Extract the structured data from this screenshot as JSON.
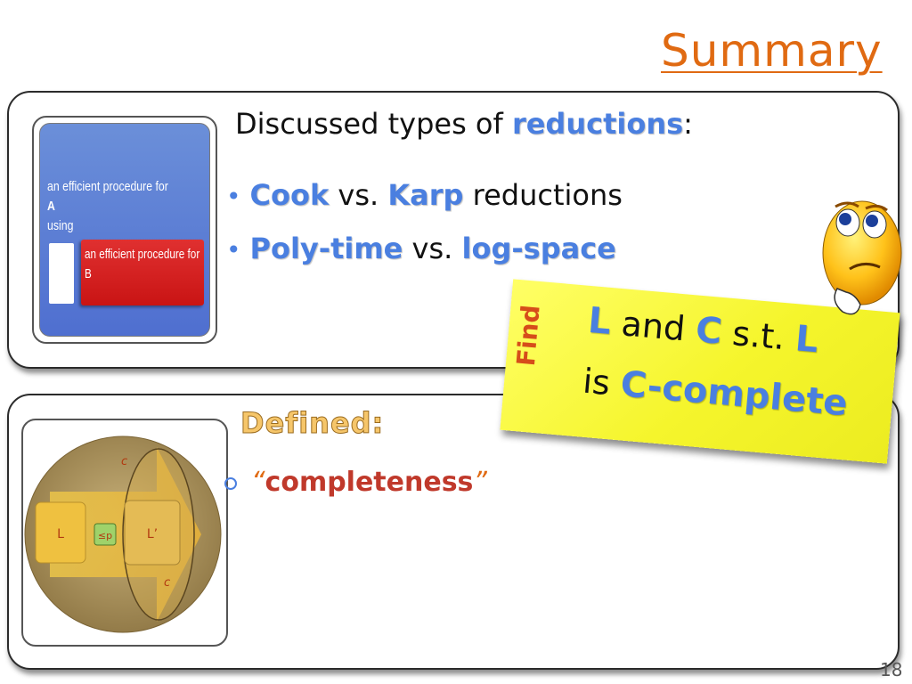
{
  "title": "Summary",
  "panel1": {
    "heading_prefix": "Discussed types of ",
    "heading_highlight": "reductions",
    "heading_suffix": ":",
    "bullets": [
      {
        "a": "Cook",
        "mid": " vs. ",
        "b": "Karp",
        "suffix": " reductions"
      },
      {
        "a": "Poly-time",
        "mid": " vs. ",
        "b": "log-space",
        "suffix": ""
      }
    ],
    "thumbnail": {
      "proc_a_text": "an efficient procedure for ",
      "proc_a_letter": "A",
      "proc_a_using": "using",
      "proc_b_text": "an efficient procedure for",
      "proc_b_letter": "B"
    }
  },
  "panel2": {
    "heading": "Defined:",
    "bullet_open_quote": "“",
    "bullet_text": "completeness",
    "bullet_close_quote": "”",
    "diagram": {
      "c_top": "c",
      "c_bottom": "c",
      "box_l": "L",
      "box_lp": "L’",
      "relation": "≤p"
    }
  },
  "sticky_note": {
    "side_label": "Find",
    "l1": "L",
    "and": " and ",
    "c1": "C",
    "st": " s.t. ",
    "l2": "L",
    "is": "is ",
    "c_complete": "C-complete"
  },
  "page_number": "18",
  "colors": {
    "title": "#e06a12",
    "blue_highlight": "#4a7fe0",
    "red_highlight": "#c0392b",
    "sticky": "#f5f52c",
    "find": "#d64d1a"
  }
}
